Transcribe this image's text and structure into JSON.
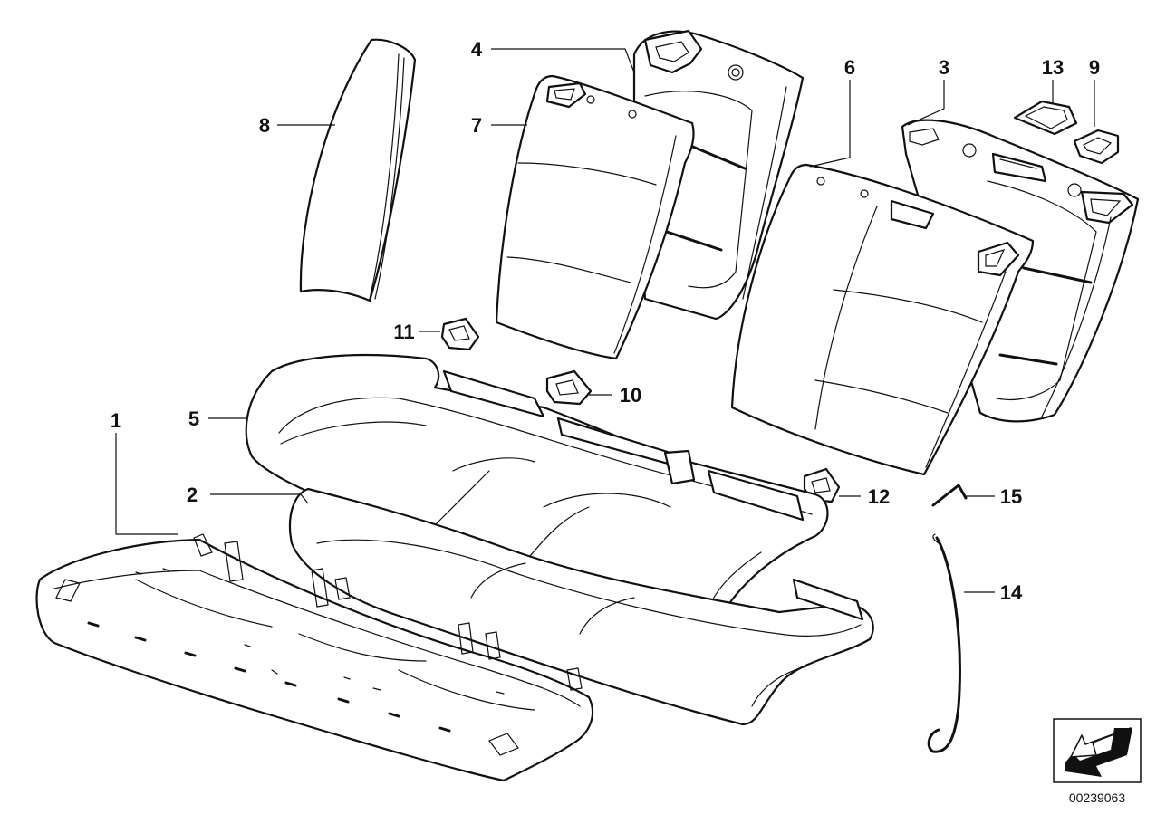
{
  "diagram": {
    "reference_number": "00239063",
    "callouts": {
      "c1": "1",
      "c2": "2",
      "c3": "3",
      "c4": "4",
      "c5": "5",
      "c6": "6",
      "c7": "7",
      "c8": "8",
      "c9": "9",
      "c10": "10",
      "c11": "11",
      "c12": "12",
      "c13": "13",
      "c14": "14",
      "c15": "15"
    },
    "orientation_icon": "arrow-down-left-icon",
    "colors": {
      "line": "#111111",
      "background": "#ffffff"
    }
  }
}
